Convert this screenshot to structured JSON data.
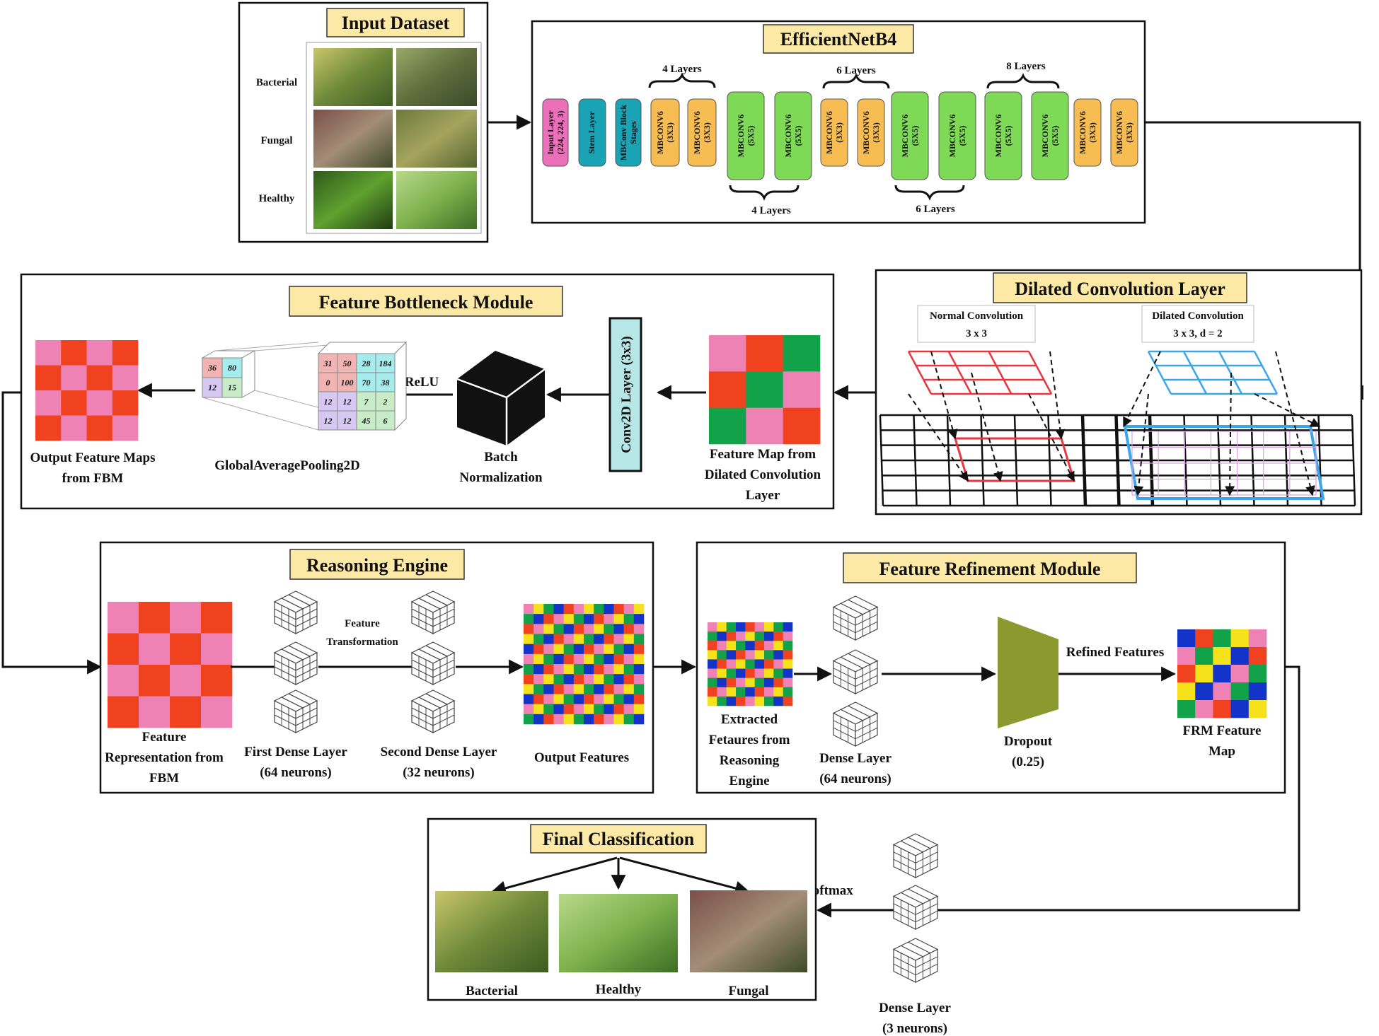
{
  "input": {
    "title": "Input Dataset",
    "rows": [
      "Bacterial",
      "Fungal",
      "Healthy"
    ]
  },
  "efficientnet": {
    "title": "EfficientNetB4",
    "blocks": [
      {
        "line1": "Input Layer",
        "line2": "(224, 224, 3)",
        "color": "#ec6fb9"
      },
      {
        "line1": "Stem Layer",
        "line2": "",
        "color": "#1aa3b4"
      },
      {
        "line1": "MBConv Block",
        "line2": "Stages",
        "color": "#1aa3b4"
      },
      {
        "line1": "MBCONV6",
        "line2": "(3X3)",
        "color": "#f7bd53"
      },
      {
        "line1": "MBCONV6",
        "line2": "(3X3)",
        "color": "#f7bd53"
      },
      {
        "line1": "MBCONV6",
        "line2": "(5X5)",
        "color": "#7ed957"
      },
      {
        "line1": "MBCONV6",
        "line2": "(5X5)",
        "color": "#7ed957"
      },
      {
        "line1": "MBCONV6",
        "line2": "(3X3)",
        "color": "#f7bd53"
      },
      {
        "line1": "MBCONV6",
        "line2": "(3X3)",
        "color": "#f7bd53"
      },
      {
        "line1": "MBCONV6",
        "line2": "(5X5)",
        "color": "#7ed957"
      },
      {
        "line1": "MBCONV6",
        "line2": "(5X5)",
        "color": "#7ed957"
      },
      {
        "line1": "MBCONV6",
        "line2": "(5X5)",
        "color": "#7ed957"
      },
      {
        "line1": "MBCONV6",
        "line2": "(5X5)",
        "color": "#7ed957"
      },
      {
        "line1": "MBCONV6",
        "line2": "(3X3)",
        "color": "#f7bd53"
      },
      {
        "line1": "MBCONV6",
        "line2": "(3X3)",
        "color": "#f7bd53"
      }
    ],
    "brace_labels": {
      "top_a": "4 Layers",
      "top_b": "6 Layers",
      "top_c": "8 Layers",
      "bottom_a": "4 Layers",
      "bottom_b": "6 Layers"
    }
  },
  "dilated": {
    "title": "Dilated Convolution Layer",
    "normal_label_1": "Normal Convolution",
    "normal_label_2": "3 x 3",
    "dilated_label_1": "Dilated Convolution",
    "dilated_label_2": "3 x 3, d = 2",
    "colors": {
      "normal": "#e8353f",
      "dilated": "#3aa6e8"
    }
  },
  "fbm": {
    "title": "Feature Bottleneck Module",
    "feature_map_label": [
      "Feature Map from",
      "Dilated Convolution",
      "Layer"
    ],
    "conv2d_label": "Conv2D Layer (3x3)",
    "batch_norm_label": [
      "Batch",
      "Normalization"
    ],
    "relu_label": "ReLU",
    "gap_label": "GlobalAveragePooling2D",
    "output_label": [
      "Output Feature Maps",
      "from FBM"
    ],
    "gap_small_values": [
      "36",
      "80",
      "12",
      "15"
    ],
    "gap_large_values": [
      "31",
      "50",
      "28",
      "184",
      "0",
      "100",
      "70",
      "38",
      "12",
      "12",
      "7",
      "2",
      "12",
      "12",
      "45",
      "6"
    ]
  },
  "reasoning": {
    "title": "Reasoning Engine",
    "feature_rep_label": [
      "Feature",
      "Representation from",
      "FBM"
    ],
    "first_dense_label": [
      "First Dense Layer",
      "(64 neurons)"
    ],
    "feature_transformation_label": [
      "Feature",
      "Transformation"
    ],
    "second_dense_label": [
      "Second Dense Layer",
      "(32 neurons)"
    ],
    "output_features_label": "Output Features"
  },
  "frm": {
    "title": "Feature Refinement Module",
    "extracted_label": [
      "Extracted",
      "Fetaures from",
      "Reasoning",
      "Engine"
    ],
    "dense_label": [
      "Dense Layer",
      "(64 neurons)"
    ],
    "dropout_label": [
      "Dropout",
      "(0.25)"
    ],
    "refined_label": "Refined Features",
    "frm_map_label": [
      "FRM Feature",
      "Map"
    ]
  },
  "final": {
    "title": "Final Classification",
    "classes": [
      "Bacterial",
      "Healthy",
      "Fungal"
    ],
    "softmax_label": "Softmax",
    "dense_label": [
      "Dense  Layer",
      "(3 neurons)"
    ]
  }
}
